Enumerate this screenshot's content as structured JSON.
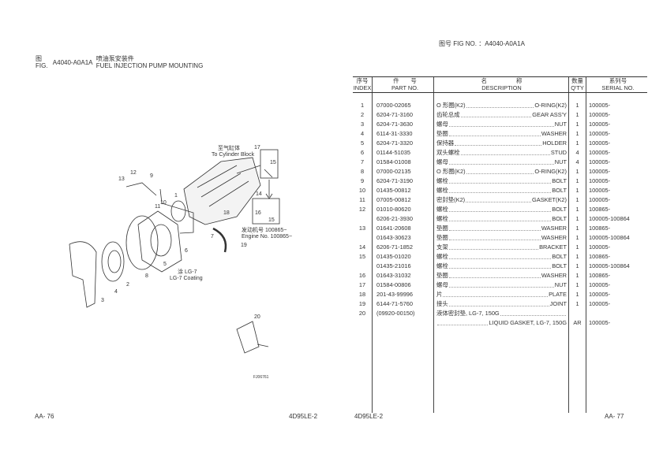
{
  "left_page": {
    "fig_label_cn": "图",
    "fig_label_en": "FIG.",
    "fig_no": "A4040-A0A1A",
    "title_cn": "喷油泵安装件",
    "title_en": "FUEL INJECTION PUMP MOUNTING",
    "diagram": {
      "callouts": [
        "1",
        "2",
        "3",
        "4",
        "5",
        "6",
        "7",
        "8",
        "9",
        "10",
        "11",
        "12",
        "13",
        "14",
        "15",
        "16",
        "17",
        "18",
        "19",
        "20"
      ],
      "note_cylinder_cn": "至气缸体",
      "note_cylinder_en": "To Cylinder Block",
      "note_engine_cn": "发动机号 100865~",
      "note_engine_en": "Engine No. 100865~",
      "note_coating_cn": "涂 LG-7",
      "note_coating_en": "LG-7 Coating",
      "drawing_code": "FJ06761"
    },
    "page_no": "AA- 76",
    "model": "4D95LE-2"
  },
  "right_page": {
    "fig_no_label": "图号 FIG NO. ：A4040-A0A1A",
    "headers": {
      "index_cn": "序号",
      "index_en": "INDEX",
      "part_cn": "件　　号",
      "part_en": "PART NO.",
      "desc_cn": "名　　　　　称",
      "desc_en": "DESCRIPTION",
      "qty_cn": "数量",
      "qty_en": "Q'TY",
      "serial_cn": "系列号",
      "serial_en": "SERIAL NO."
    },
    "rows": [
      {
        "index": "1",
        "part": "07000-02065",
        "cn": "O 形圈(K2)",
        "en": "O-RING(K2)",
        "qty": "1",
        "serial": "100005-"
      },
      {
        "index": "2",
        "part": "6204-71-3160",
        "cn": "齿轮总成",
        "en": "GEAR ASS'Y",
        "qty": "1",
        "serial": "100005-"
      },
      {
        "index": "3",
        "part": "6204-71-3630",
        "cn": "螺母",
        "en": "NUT",
        "qty": "1",
        "serial": "100005-"
      },
      {
        "index": "4",
        "part": "6114-31-3330",
        "cn": "垫圈",
        "en": "WASHER",
        "qty": "1",
        "serial": "100005-"
      },
      {
        "index": "5",
        "part": "6204-71-3320",
        "cn": "保持器",
        "en": "HOLDER",
        "qty": "1",
        "serial": "100005-"
      },
      {
        "index": "6",
        "part": "01144-51035",
        "cn": "双头螺栓",
        "en": "STUD",
        "qty": "4",
        "serial": "100005-"
      },
      {
        "index": "7",
        "part": "01584-01008",
        "cn": "螺母",
        "en": "NUT",
        "qty": "4",
        "serial": "100005-"
      },
      {
        "index": "8",
        "part": "07000-02135",
        "cn": "O 形圈(K2)",
        "en": "O-RING(K2)",
        "qty": "1",
        "serial": "100005-"
      },
      {
        "index": "9",
        "part": "6204-71-3190",
        "cn": "螺栓",
        "en": "BOLT",
        "qty": "1",
        "serial": "100005-"
      },
      {
        "index": "10",
        "part": "01435-00812",
        "cn": "螺栓",
        "en": "BOLT",
        "qty": "1",
        "serial": "100005-"
      },
      {
        "index": "11",
        "part": "07005-00812",
        "cn": "密封垫(K2)",
        "en": "GASKET(K2)",
        "qty": "1",
        "serial": "100005-"
      },
      {
        "index": "12",
        "part": "01010-80620",
        "cn": "螺栓",
        "en": "BOLT",
        "qty": "1",
        "serial": "100865-"
      },
      {
        "index": "",
        "part": "6206-21-3930",
        "cn": "螺栓",
        "en": "BOLT",
        "qty": "1",
        "serial": "100005-100864"
      },
      {
        "index": "13",
        "part": "01641-20608",
        "cn": "垫圈",
        "en": "WASHER",
        "qty": "1",
        "serial": "100865-"
      },
      {
        "index": "",
        "part": "01643-30623",
        "cn": "垫圈",
        "en": "WASHER",
        "qty": "1",
        "serial": "100005-100864"
      },
      {
        "index": "14",
        "part": "6206-71-1852",
        "cn": "支架",
        "en": "BRACKET",
        "qty": "1",
        "serial": "100005-"
      },
      {
        "index": "15",
        "part": "01435-01020",
        "cn": "螺栓",
        "en": "BOLT",
        "qty": "1",
        "serial": "100865-"
      },
      {
        "index": "",
        "part": "01435-21016",
        "cn": "螺栓",
        "en": "BOLT",
        "qty": "1",
        "serial": "100005-100864"
      },
      {
        "index": "16",
        "part": "01643-31032",
        "cn": "垫圈",
        "en": "WASHER",
        "qty": "1",
        "serial": "100865-"
      },
      {
        "index": "17",
        "part": "01584-00806",
        "cn": "螺母",
        "en": "NUT",
        "qty": "1",
        "serial": "100005-"
      },
      {
        "index": "18",
        "part": "201-43-99996",
        "cn": "片",
        "en": "PLATE",
        "qty": "1",
        "serial": "100005-"
      },
      {
        "index": "19",
        "part": "6144-71-5760",
        "cn": "接头",
        "en": "JOINT",
        "qty": "1",
        "serial": "100005-"
      },
      {
        "index": "20",
        "part": "(09920-00150)",
        "cn": "液体密封垫, LG-7, 150G",
        "en": "",
        "qty": "",
        "serial": ""
      },
      {
        "index": "",
        "part": "",
        "cn": "",
        "en": "LIQUID GASKET, LG-7, 150G",
        "qty": "AR",
        "serial": "100005-"
      }
    ],
    "model": "4D95LE-2",
    "page_no": "AA- 77"
  }
}
